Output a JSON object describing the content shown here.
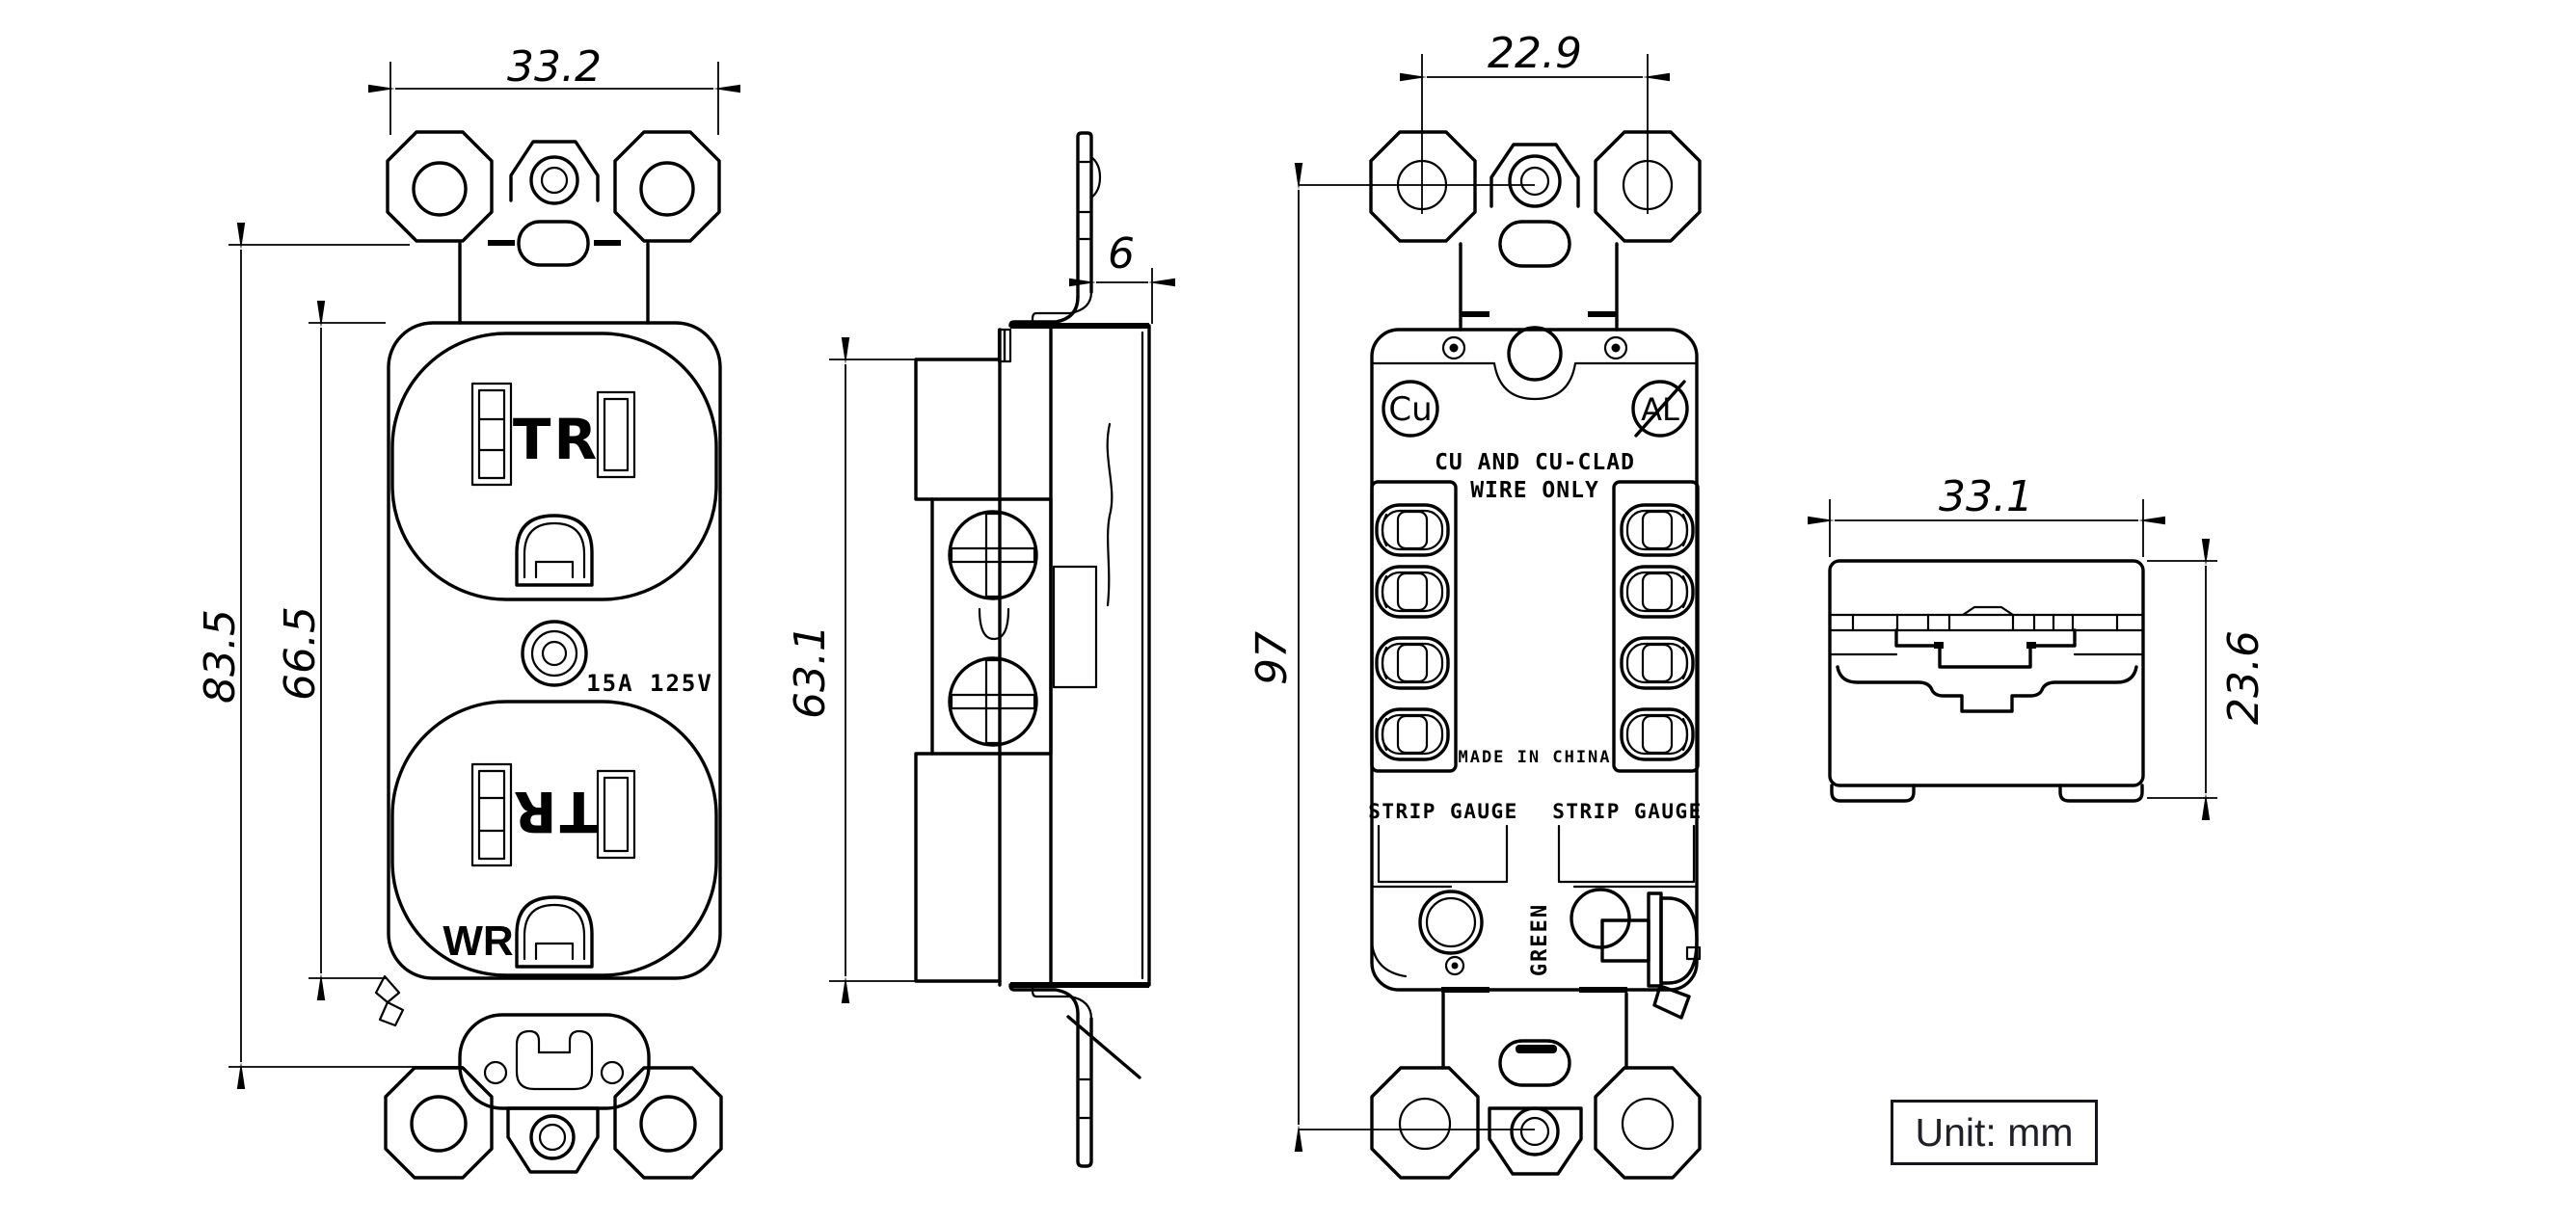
{
  "drawing": {
    "unit_label": "Unit: mm"
  },
  "dimensions": {
    "front_width": "33.2",
    "front_strap_height": "83.5",
    "front_body_height": "66.5",
    "side_bracket_offset": "6",
    "side_body_depth": "63.1",
    "back_screw_hole_spacing": "22.9",
    "back_mounting_span": "97",
    "end_width": "33.1",
    "end_height": "23.6"
  },
  "front_view": {
    "tamper_resistant_top": "TR",
    "tamper_resistant_bottom": "TR",
    "rating": "15A 125V",
    "weather_resistant": "WR"
  },
  "back_view": {
    "copper_badge": "Cu",
    "aluminum_badge": "AL",
    "wire_note_line1": "CU AND CU-CLAD",
    "wire_note_line2": "WIRE ONLY",
    "origin_label": "MADE IN CHINA",
    "strip_gauge_left": "STRIP GAUGE",
    "strip_gauge_right": "STRIP GAUGE",
    "ground_wire_label": "GREEN"
  }
}
